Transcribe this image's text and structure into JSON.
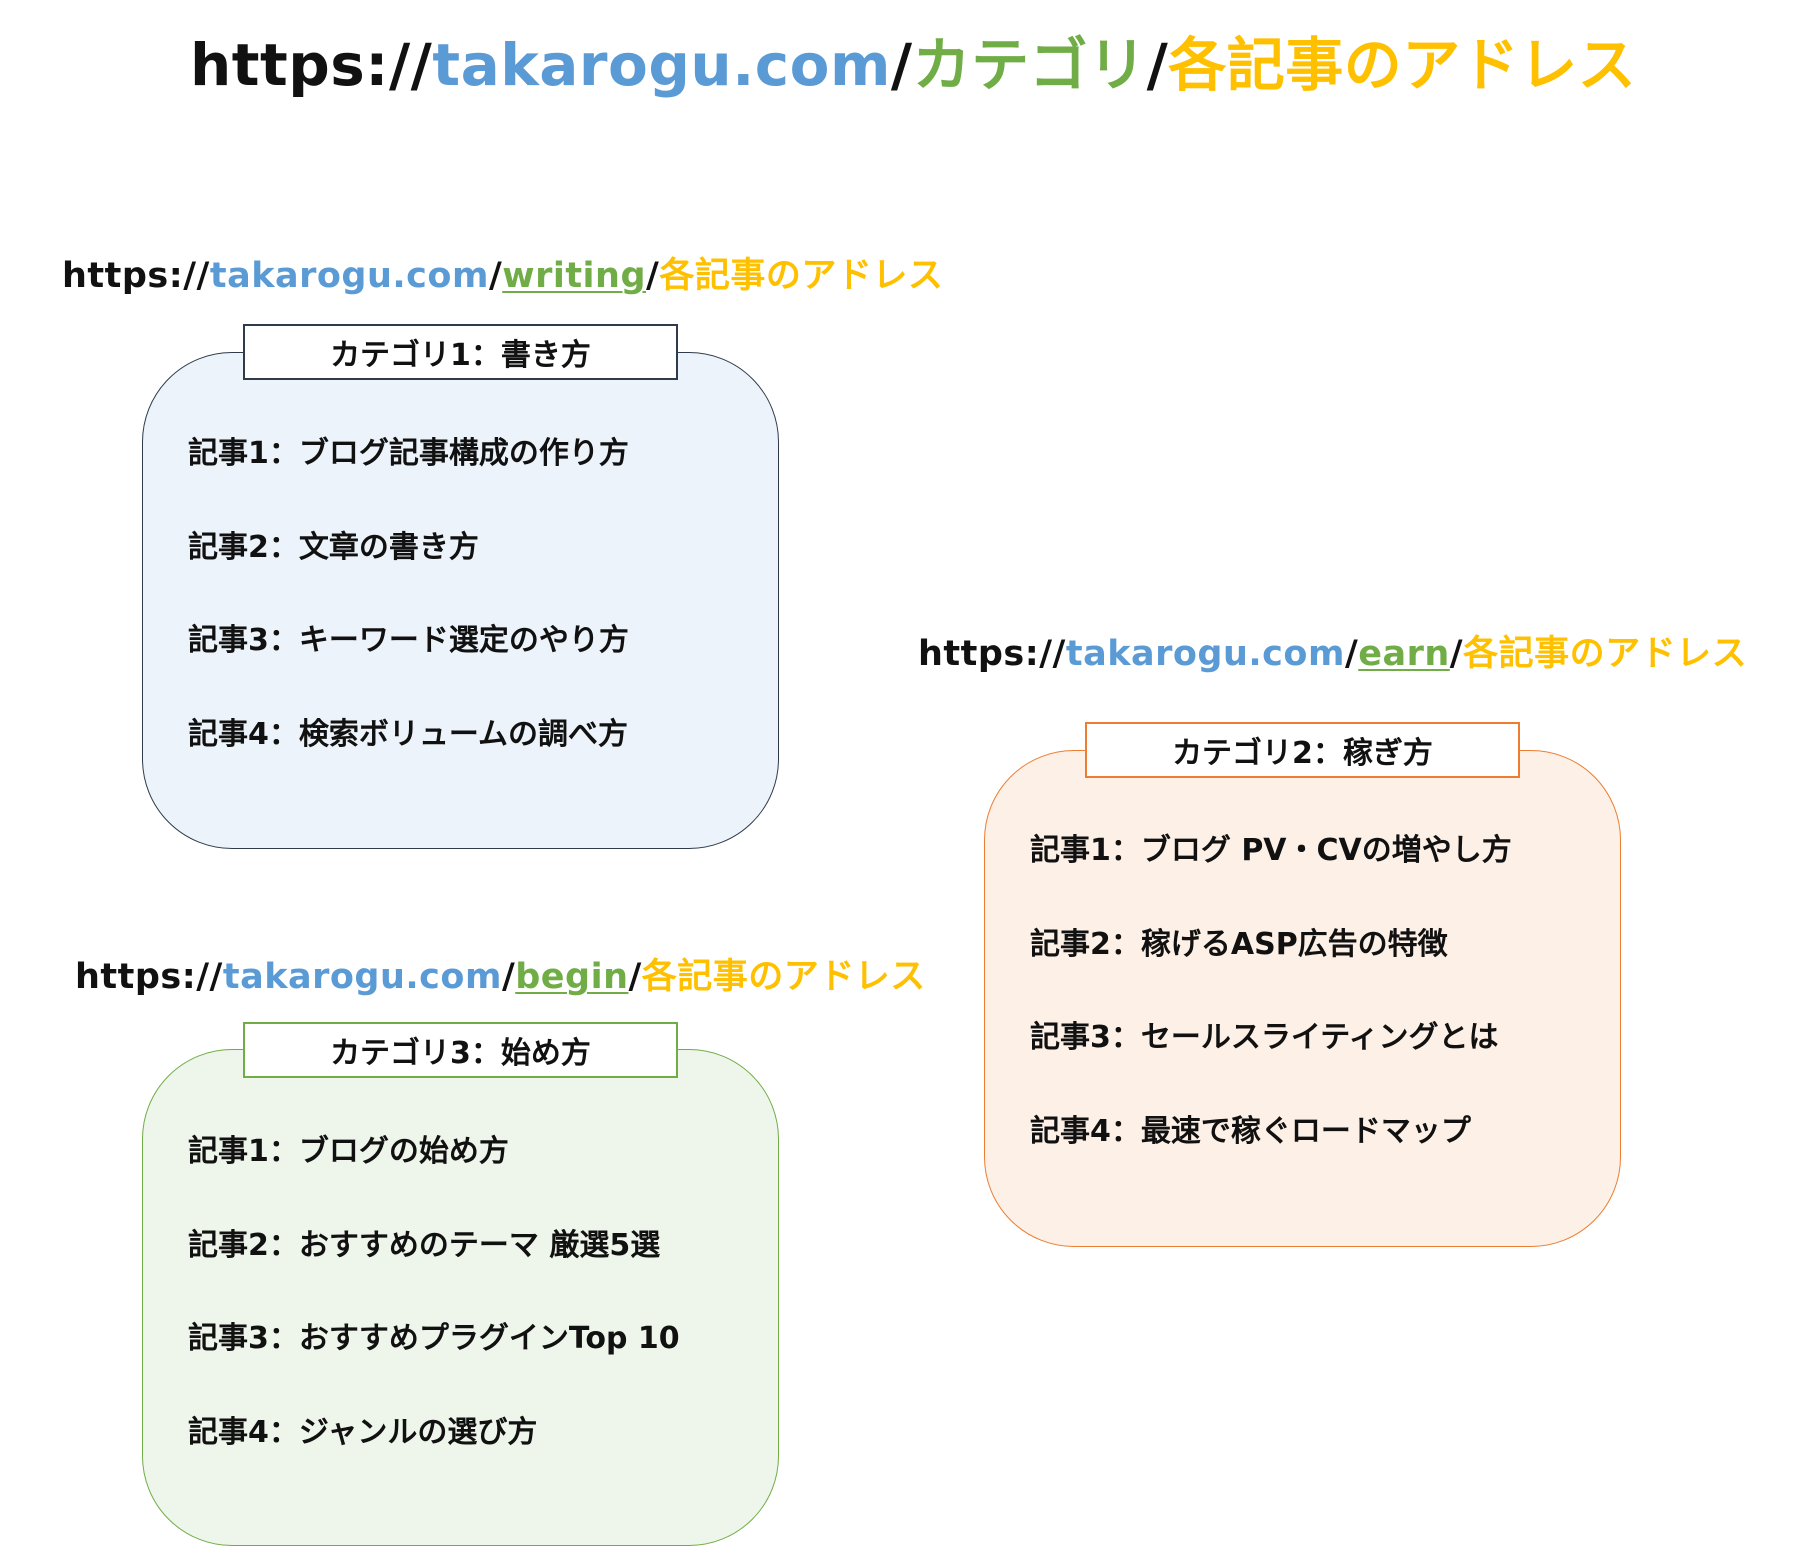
{
  "colors": {
    "scheme": "#000000",
    "domain": "#5b9bd5",
    "category": "#70ad47",
    "article": "#ffc000",
    "writing_border": "#2f3b4b",
    "writing_fill": "#edf3fa",
    "earn_border": "#ed7d31",
    "earn_fill": "#fdf0e6",
    "begin_border": "#70ad47",
    "begin_fill": "#eef5ea"
  },
  "header_url": {
    "scheme": "https:",
    "sep1": "//",
    "domain": "takarogu.com",
    "sep2": "/",
    "category": "カテゴリ",
    "sep3": "/",
    "article": "各記事のアドレス"
  },
  "writing": {
    "url": {
      "scheme": "https:",
      "sep1": "//",
      "domain": "takarogu.com",
      "sep2": "/",
      "category": "writing",
      "sep3": "/",
      "article": "各記事のアドレス"
    },
    "title": "カテゴリ1：書き方",
    "items": [
      "記事1：ブログ記事構成の作り方",
      "記事2：文章の書き方",
      "記事3：キーワード選定のやり方",
      "記事4：検索ボリュームの調べ方"
    ]
  },
  "earn": {
    "url": {
      "scheme": "https:",
      "sep1": "//",
      "domain": "takarogu.com",
      "sep2": "/",
      "category": "earn",
      "sep3": "/",
      "article": "各記事のアドレス"
    },
    "title": "カテゴリ2：稼ぎ方",
    "items": [
      "記事1：ブログ PV・CVの増やし方",
      "記事2：稼げるASP広告の特徴",
      "記事3：セールスライティングとは",
      "記事4：最速で稼ぐロードマップ"
    ]
  },
  "begin": {
    "url": {
      "scheme": "https:",
      "sep1": "//",
      "domain": "takarogu.com",
      "sep2": "/",
      "category": "begin",
      "sep3": "/",
      "article": "各記事のアドレス"
    },
    "title": "カテゴリ3：始め方",
    "items": [
      "記事1：ブログの始め方",
      "記事2：おすすめのテーマ 厳選5選",
      "記事3：おすすめプラグインTop 10",
      "記事4：ジャンルの選び方"
    ]
  }
}
